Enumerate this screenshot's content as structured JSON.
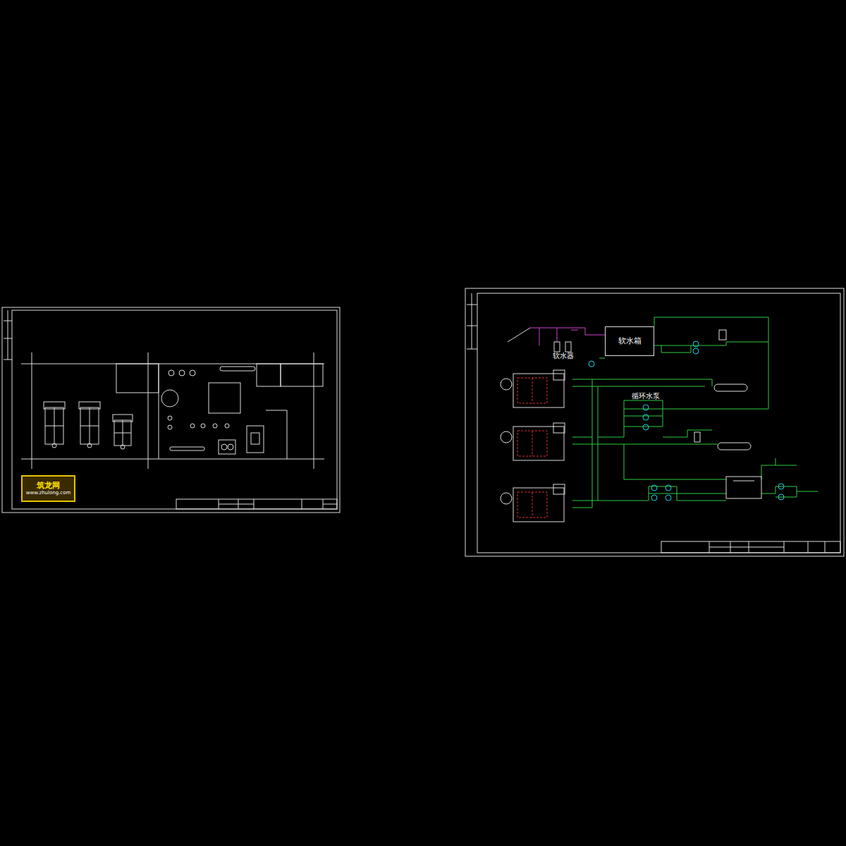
{
  "diagram": {
    "nodes": [
      {
        "text": [
          "筑龙网",
          "www.zhulong.com"
        ]
      },
      {
        "text": [
          "软水箱"
        ]
      }
    ],
    "labels": [
      "软水器",
      "循环水泵"
    ]
  }
}
